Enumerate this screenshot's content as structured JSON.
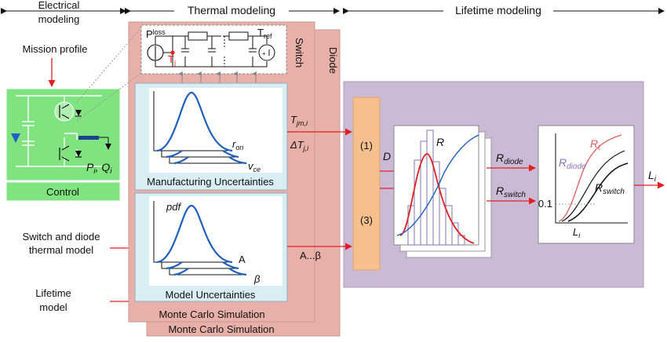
{
  "headers": {
    "electrical_line1": "Electrical",
    "electrical_line2": "modeling",
    "thermal": "Thermal modeling",
    "lifetime": "Lifetime modeling"
  },
  "inputs": {
    "mission_profile": "Mission profile",
    "switch_diode_line1": "Switch and diode",
    "switch_diode_line2": "thermal model",
    "lifetime_line1": "Lifetime",
    "lifetime_line2": "model"
  },
  "control": {
    "label": "Control",
    "p_label": "P",
    "p_sub": "i",
    "q_label": "Q",
    "q_sub": "i"
  },
  "thermal_box": {
    "front_label": "Monte Carlo Simulation",
    "back_label": "Monte Carlo Simulation",
    "switch_label": "Switch",
    "diode_label": "Diode",
    "manufacturing": "Manufacturing Uncertainties",
    "model_unc": "Model Uncertainties",
    "ploss_main": "P",
    "ploss_sub": "loss",
    "tj_main": "T",
    "tj_sub": "j",
    "tref_main": "T",
    "tref_sub": "ref",
    "ron_main": "r",
    "ron_sub": "on",
    "vce_main": "v",
    "vce_sub": "ce",
    "pdf": "pdf",
    "alpha": "A",
    "beta": "β"
  },
  "signals": {
    "tjm_main": "T",
    "tjm_sub": "jm,i",
    "dtj_main": "ΔT",
    "dtj_sub": "j,i",
    "params": "A...β",
    "d": "D",
    "eq1": "(1)",
    "eq3": "(3)",
    "r": "R",
    "rdiode_main": "R",
    "rdiode_sub": "diode",
    "rswitch_main": "R",
    "rswitch_sub": "switch",
    "li_main": "L",
    "li_sub": "i"
  },
  "reliability_plot": {
    "rt_main": "R",
    "rt_sub": "t",
    "rdiode_main": "R",
    "rdiode_sub": "diode",
    "rswitch_main": "R",
    "rswitch_sub": "switch",
    "tick": "0.1",
    "x_main": "L",
    "x_sub": "i"
  },
  "colors": {
    "electrical_green": "#7fe37f",
    "thermal_pink": "#e8b0a8",
    "inner_blue": "#d8eef2",
    "lifetime_purple": "#cbbad6",
    "equation_orange": "#f6c08e",
    "arrow_red": "#e02020",
    "curve_blue": "#1f5fbf"
  }
}
